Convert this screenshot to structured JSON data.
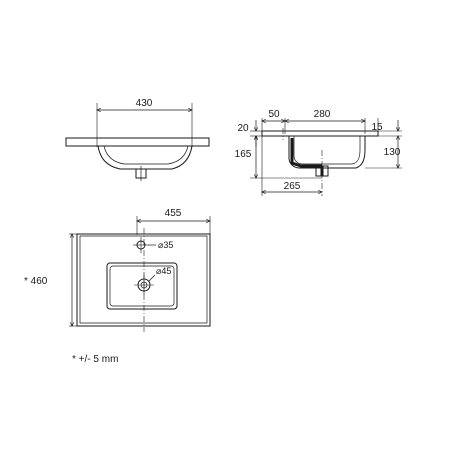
{
  "drawing": {
    "front_view": {
      "width_dim": "430"
    },
    "side_view": {
      "dim_top_left": "50",
      "dim_top_width": "280",
      "dim_rim_left": "20",
      "dim_rim_right": "15",
      "dim_depth_left": "165",
      "dim_depth_right": "130",
      "dim_bottom": "265"
    },
    "plan_view": {
      "width_dim": "455",
      "length_dim": "* 460",
      "tap_hole": "⌀35",
      "drain_hole": "⌀45"
    },
    "note": "* +/- 5 mm"
  }
}
